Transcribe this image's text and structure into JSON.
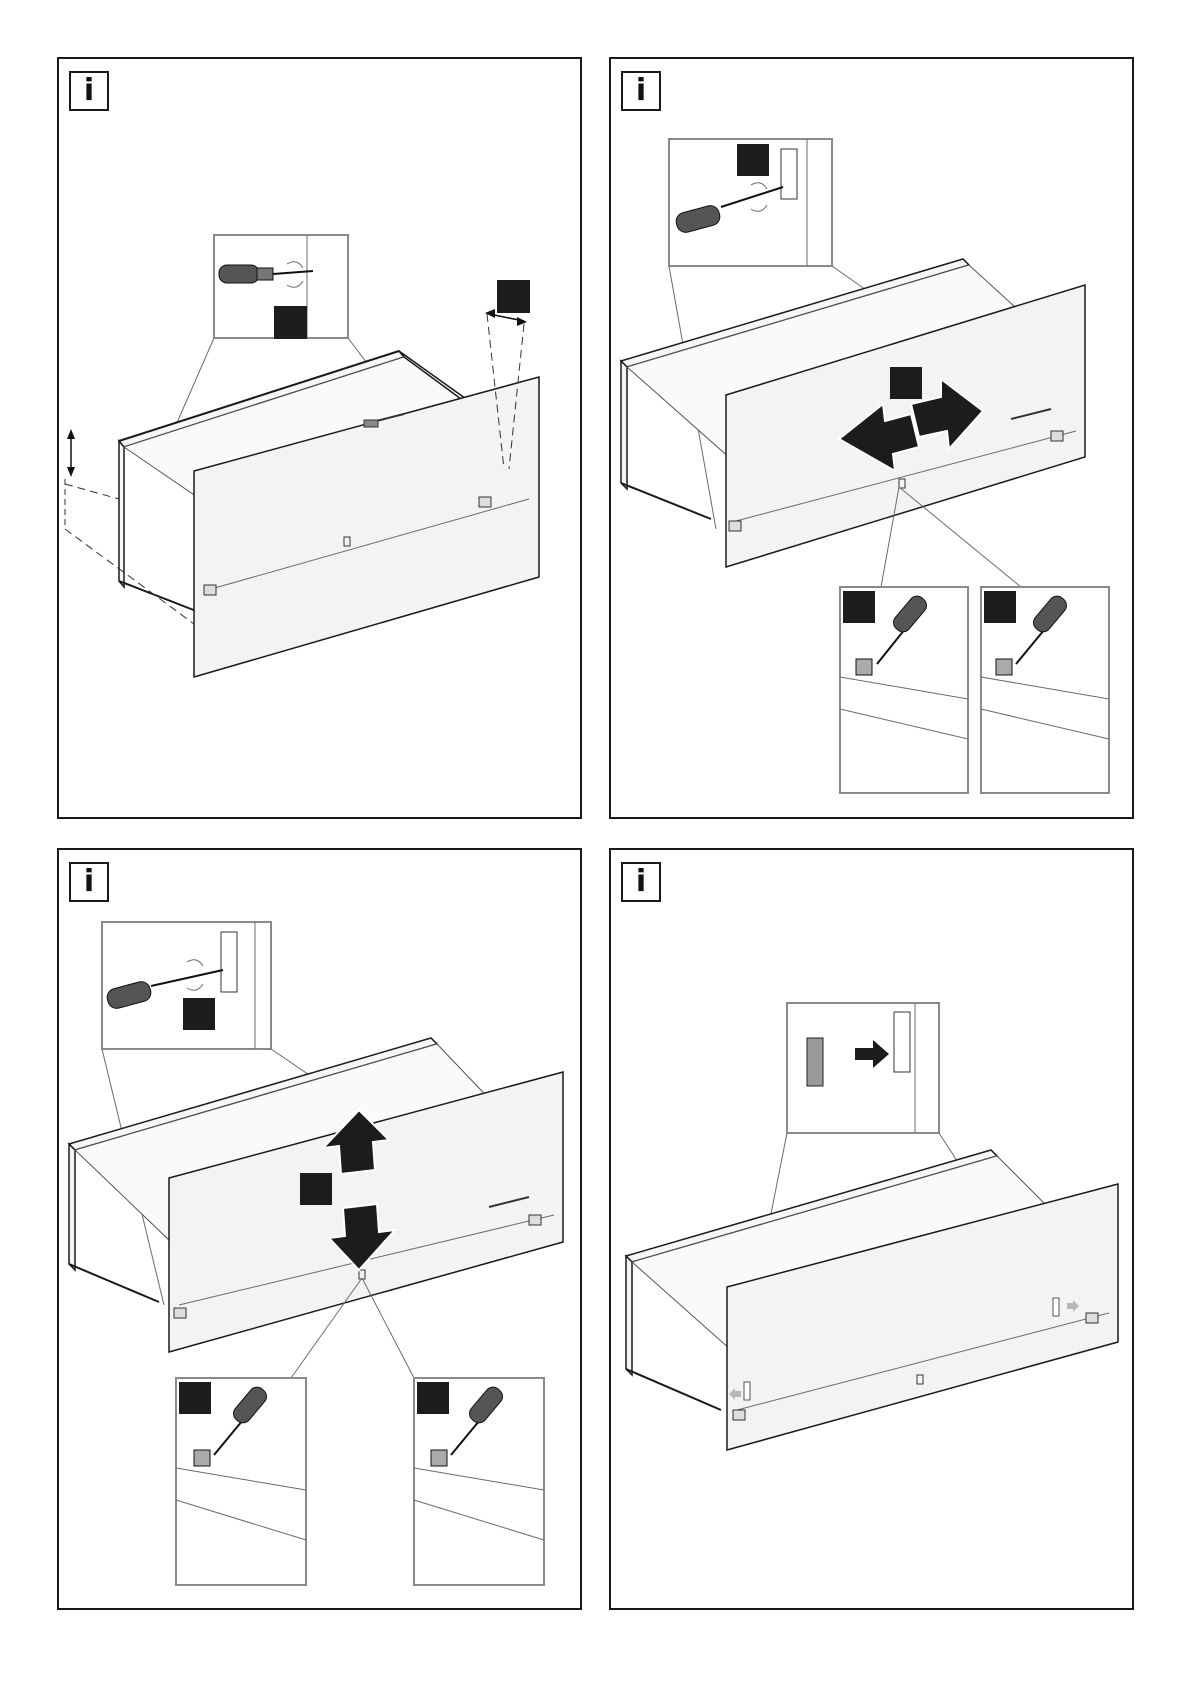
{
  "info_symbol": "i",
  "panels": [
    {
      "id": "top-left",
      "icon": "info-icon"
    },
    {
      "id": "top-right",
      "icon": "info-icon"
    },
    {
      "id": "bottom-left",
      "icon": "info-icon"
    },
    {
      "id": "bottom-right",
      "icon": "info-icon"
    }
  ],
  "colors": {
    "line": "#1a1a1a",
    "inset_border": "#8a8a8a",
    "glass": "#f3f3f1",
    "step_marker": "#1c1c1c"
  }
}
